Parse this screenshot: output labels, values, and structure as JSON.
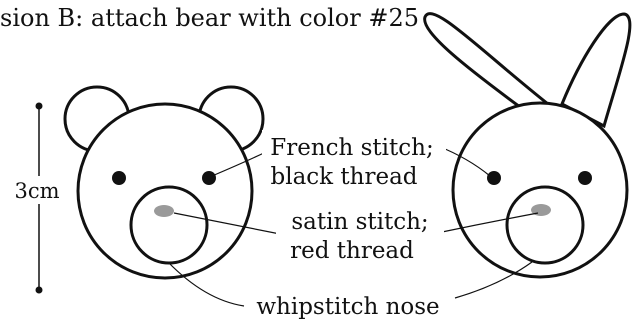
{
  "caption": "sion B: attach bear with color #25",
  "measure": {
    "label": "3cm"
  },
  "callouts": {
    "eyes": {
      "line1": "French stitch;",
      "line2": "black thread"
    },
    "nose": {
      "line1": "satin stitch;",
      "line2": "red thread"
    },
    "muzzle": {
      "text": "whipstitch nose"
    }
  },
  "colors": {
    "ink": "#111111",
    "nose_fill": "#9a9a9a",
    "background": "#ffffff"
  },
  "figures": [
    {
      "name": "bear-face",
      "ears": "round"
    },
    {
      "name": "bunny-face",
      "ears": "long"
    }
  ]
}
